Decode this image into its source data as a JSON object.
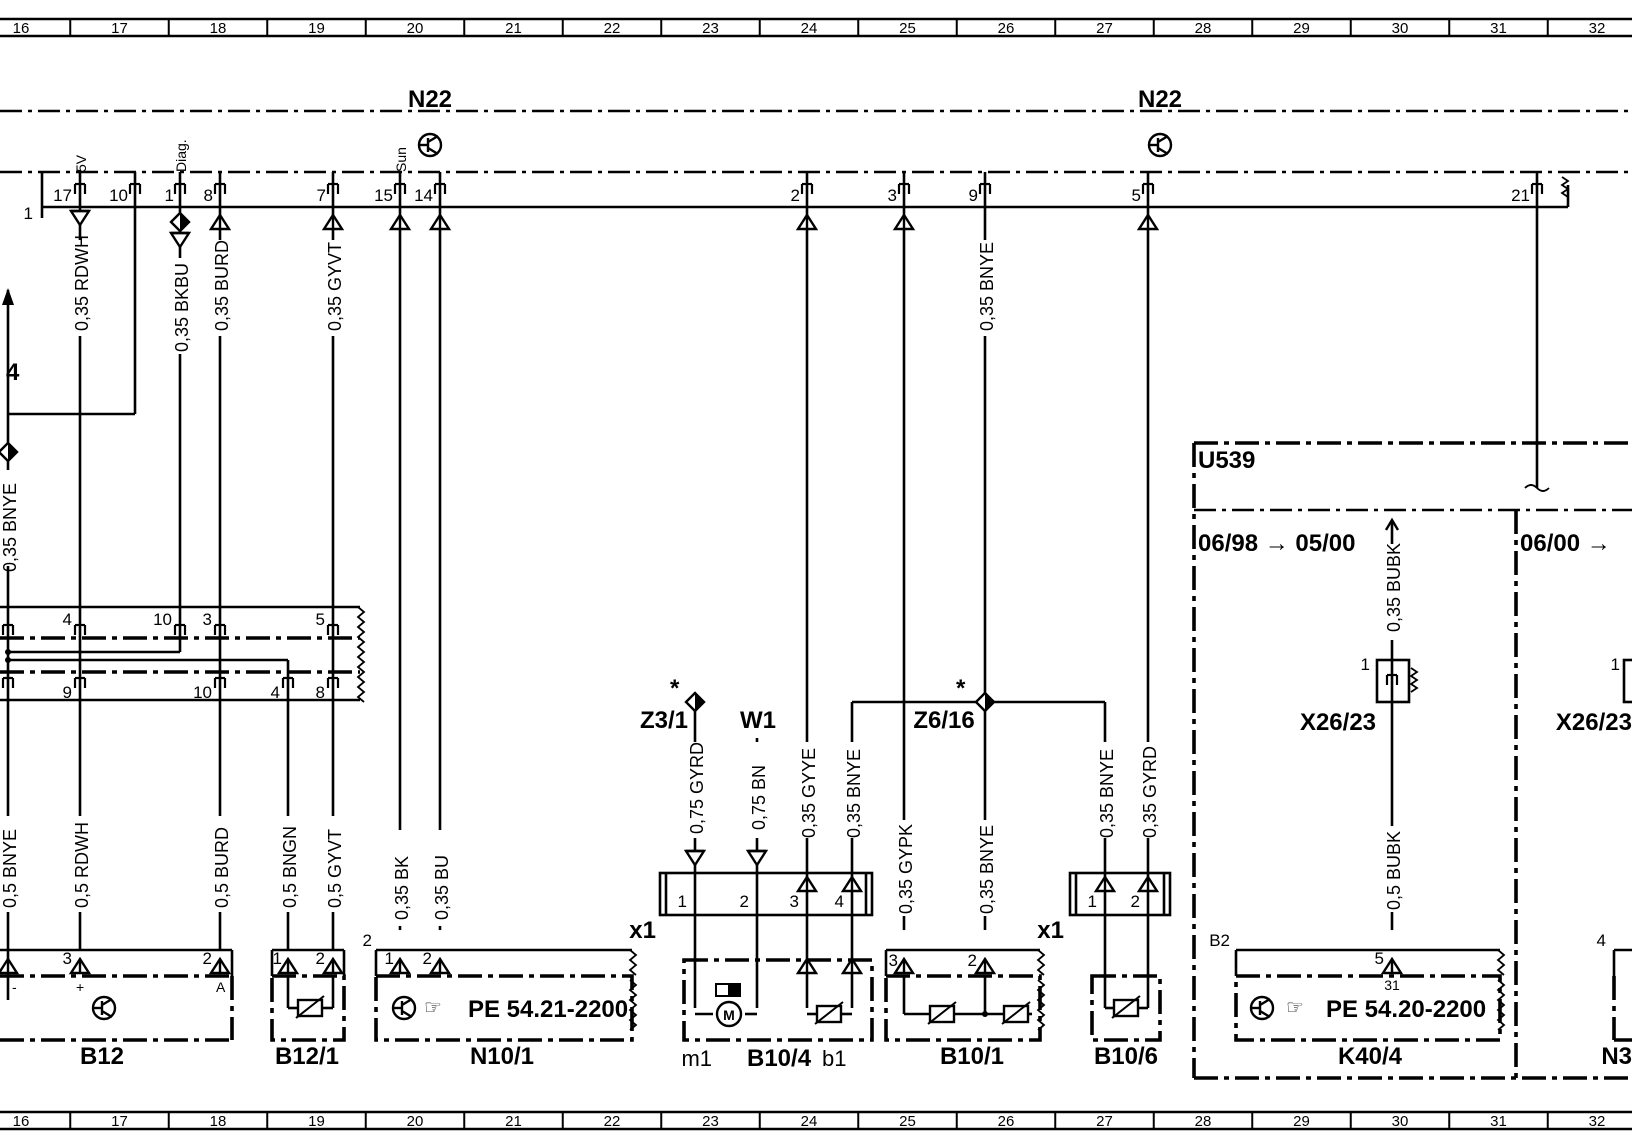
{
  "grid_numbers": [
    "16",
    "17",
    "18",
    "19",
    "20",
    "21",
    "22",
    "23",
    "24",
    "25",
    "26",
    "27",
    "28",
    "29",
    "30",
    "31",
    "32"
  ],
  "module_labels": {
    "n22_left": "N22",
    "n22_right": "N22"
  },
  "connector_pins_top": {
    "p17": "17",
    "p10": "10",
    "p1": "1",
    "p8": "8",
    "p7": "7",
    "p15": "15",
    "p14": "14",
    "p2": "2",
    "p3": "3",
    "p9": "9",
    "p5": "5",
    "p21": "21",
    "left1": "1",
    "sig_5v": "5V",
    "sig_diag": "Diag.",
    "sig_sun": "Sun"
  },
  "wires_upper": {
    "rdwh": "0,35 RDWH",
    "bkbu": "0,35 BKBU",
    "burd": "0,35 BURD",
    "gyvt": "0,35 GYVT",
    "bnye_right": "0,35 BNYE",
    "bnye_left": "0,35 BNYE",
    "bubk": "0,35 BUBK"
  },
  "left_arrow_label": "4",
  "middle_connector_pins": {
    "a4": "4",
    "a10": "10",
    "a3": "3",
    "a5": "5",
    "b9": "9",
    "b10": "10",
    "b4": "4",
    "b8": "8"
  },
  "wires_lower": {
    "w1": "0,5 BNYE",
    "w2": "0,5 RDWH",
    "w3": "0,5 BURD",
    "w4": "0,5 BNGN",
    "w5": "0,5 GYVT",
    "w6": "0,35 BK",
    "w7": "0,35 BU",
    "w8": "0,75 GYRD",
    "w9": "0,75 BN",
    "w10": "0,35 GYYE",
    "w11": "0,35 BNYE",
    "w12": "0,35 GYPK",
    "w13": "0,35 BNYE",
    "w14": "0,35 BNYE",
    "w15": "0,35 GYRD",
    "w16": "0,5 BUBK"
  },
  "node_labels": {
    "z3": "Z3/1",
    "w1": "W1",
    "z6": "Z6/16",
    "star": "*",
    "x26_a": "X26/23",
    "x26_b": "X26/23"
  },
  "x1_connectors": {
    "label_left": "x1",
    "label_right": "x1",
    "l1": "1",
    "l2": "2",
    "l3": "3",
    "l4": "4",
    "r1": "1",
    "r2": "2"
  },
  "components": {
    "b12": "B12",
    "b12_1": "B12/1",
    "n10_1": "N10/1",
    "b10_4": "B10/4",
    "m1": "m1",
    "b1": "b1",
    "b10_1": "B10/1",
    "b10_6": "B10/6",
    "k40_4": "K40/4",
    "n3": "N3",
    "pe_n10": "PE  54.21-2200",
    "pe_k40": "PE  54.20-2200"
  },
  "component_pins": {
    "b12_3": "3",
    "b12_2": "2",
    "b12_minus": "-",
    "b12_plus": "+",
    "b12_a": "A",
    "b12_1_1": "1",
    "b12_1_2": "2",
    "n10_2": "2",
    "n10_1": "1",
    "n10_2b": "2",
    "b10_1_3": "3",
    "b10_1_2": "2",
    "k40_b2": "B2",
    "k40_5": "5",
    "k40_31": "31",
    "n3_4": "4",
    "x26_1": "1",
    "x26_1b": "1"
  },
  "u539": {
    "title": "U539",
    "range1": "06/98 → 05/00",
    "range2": "06/00 →"
  }
}
